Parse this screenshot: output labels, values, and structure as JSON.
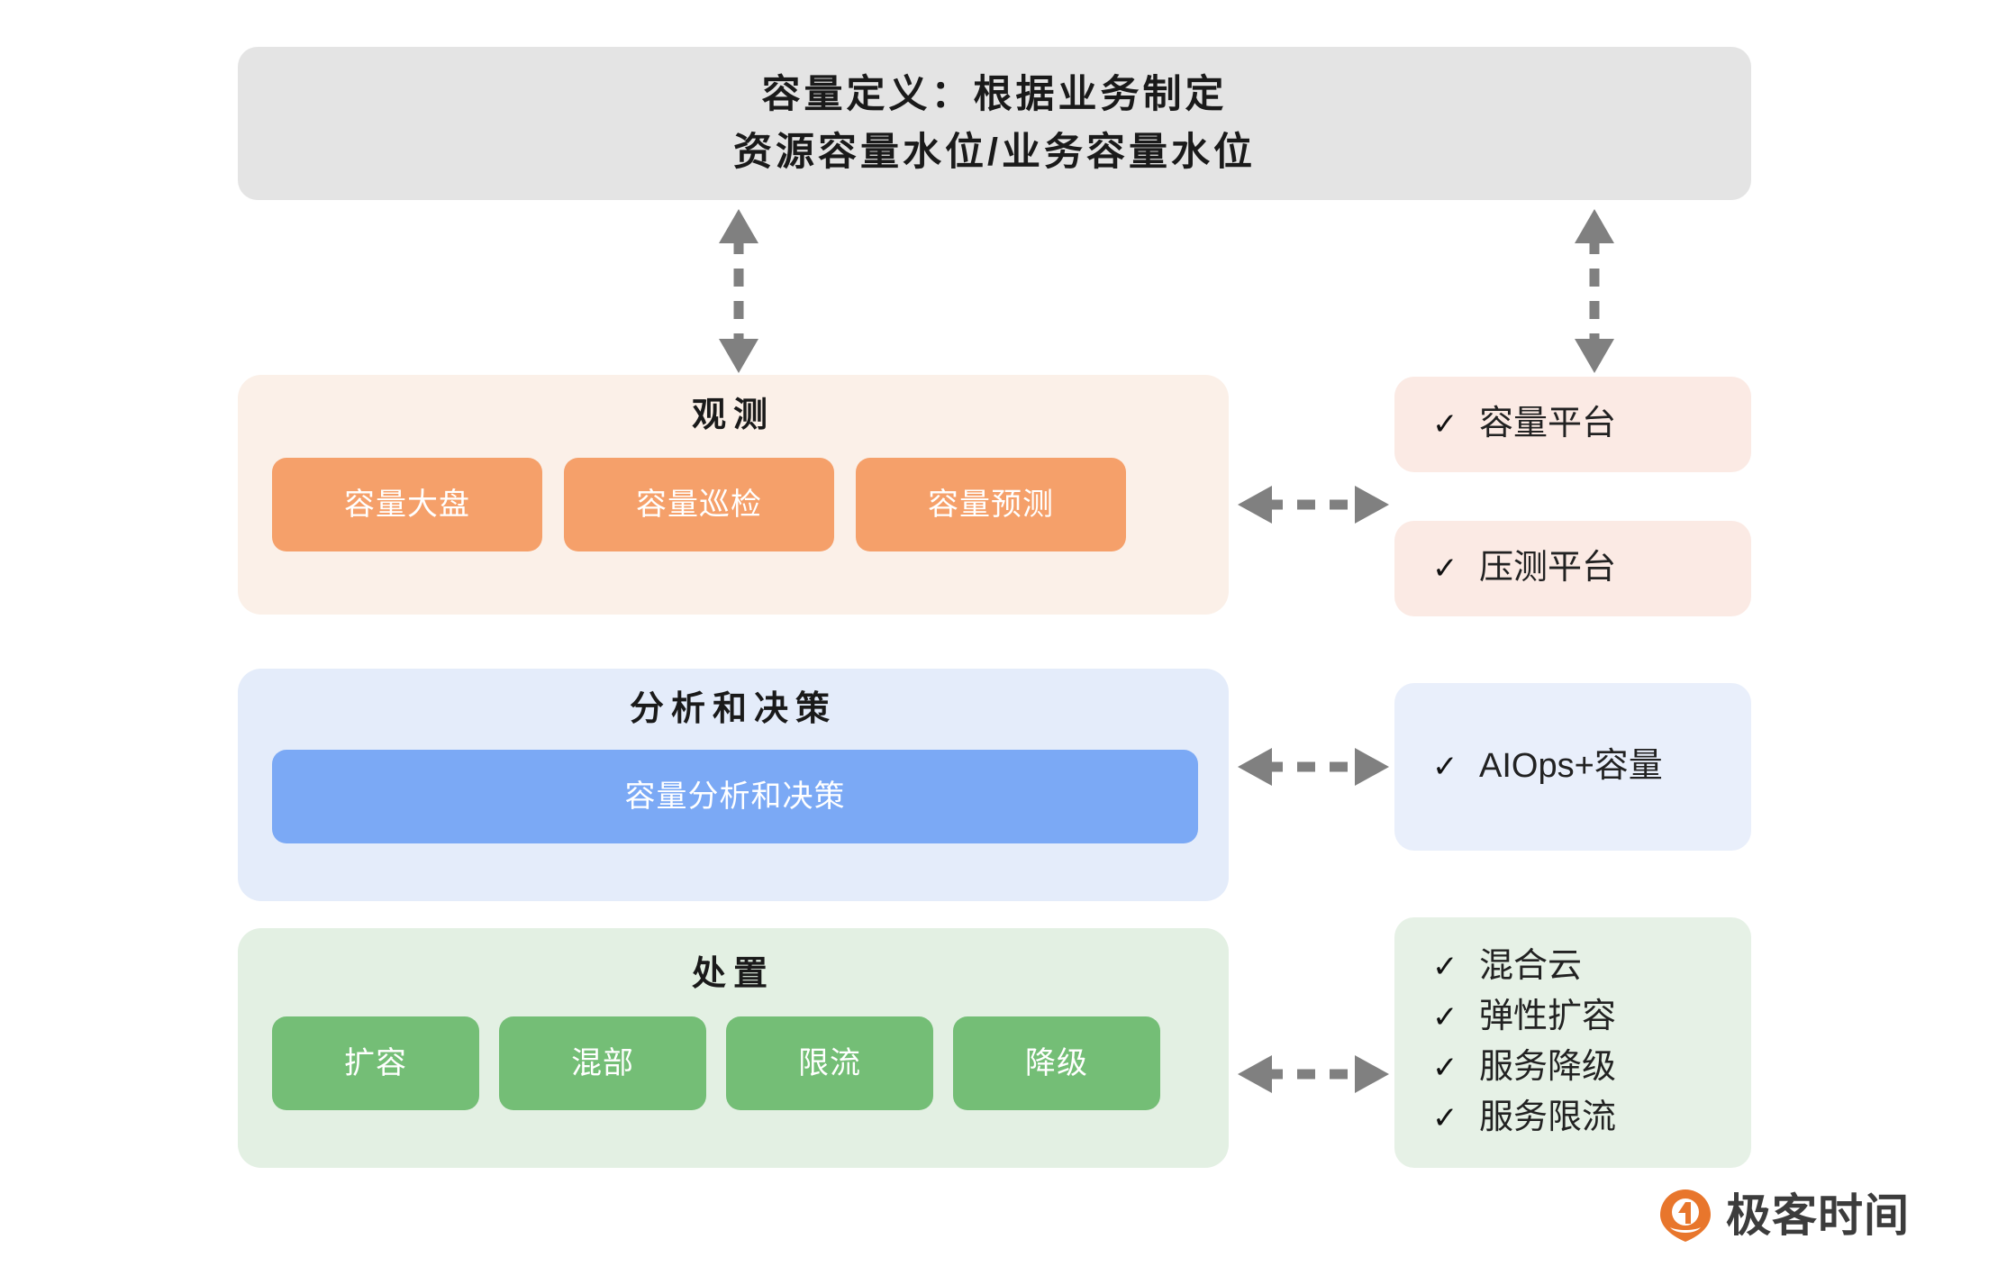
{
  "header": {
    "line1": "容量定义：根据业务制定",
    "line2": "资源容量水位/业务容量水位"
  },
  "sections": [
    {
      "id": "observation",
      "title": "观测",
      "chips": [
        "容量大盘",
        "容量巡检",
        "容量预测"
      ],
      "panel_color": "#fbf0e8",
      "chip_color": "#f5a06a"
    },
    {
      "id": "analysis",
      "title": "分析和决策",
      "chips": [
        "容量分析和决策"
      ],
      "panel_color": "#e4ecfa",
      "chip_color": "#7ba9f5"
    },
    {
      "id": "disposal",
      "title": "处置",
      "chips": [
        "扩容",
        "混部",
        "限流",
        "降级"
      ],
      "panel_color": "#e3f0e3",
      "chip_color": "#74be76"
    }
  ],
  "side_cards": [
    {
      "id": "capacity-platform",
      "items": [
        "容量平台"
      ],
      "color": "#fbeae4"
    },
    {
      "id": "stress-platform",
      "items": [
        "压测平台"
      ],
      "color": "#fbeae4"
    },
    {
      "id": "aiops",
      "items": [
        "AIOps+容量"
      ],
      "color": "#e9effb"
    },
    {
      "id": "capability-list",
      "items": [
        "混合云",
        "弹性扩容",
        "服务降级",
        "服务限流"
      ],
      "color": "#e6f1e6"
    }
  ],
  "icons": {
    "check": "✓"
  },
  "arrows": {
    "color": "#808080",
    "style": "dashed-double-headed"
  },
  "logo": {
    "text": "极客时间",
    "mark_color": "#e8762c"
  }
}
